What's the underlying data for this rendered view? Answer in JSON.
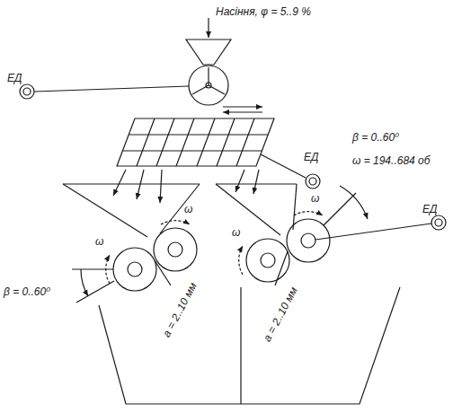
{
  "diagram": {
    "labels": [
      "Насіння, φ = 5..9 %",
      "ЕД",
      "ЕД",
      "ω",
      "ω",
      "β = 0..60⁰",
      "а = 2..10 мм",
      "ω",
      "ω",
      "β = 0..60⁰",
      "ЕД",
      "ω = 194..684 об",
      "а = 2..10 мм"
    ]
  }
}
